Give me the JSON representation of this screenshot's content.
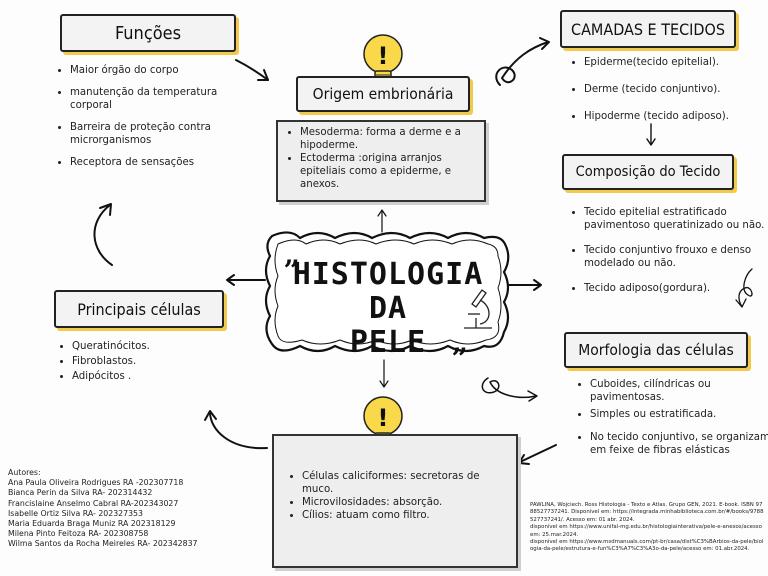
{
  "title": {
    "line1": "HISTOLOGIA DA",
    "line2": "PELE"
  },
  "funcoes": {
    "header": "Funções",
    "items": [
      "Maior órgão do corpo",
      "manutenção da temperatura corporal",
      "Barreira de proteção contra microrganismos",
      "Receptora de sensações"
    ]
  },
  "origem": {
    "header": "Origem embrionária",
    "items": [
      "Mesoderma: forma a derme e a hipoderme.",
      "Ectoderma :origina arranjos epiteliais como a epiderme, e anexos."
    ]
  },
  "camadas": {
    "header": "CAMADAS E TECIDOS",
    "items": [
      "Epiderme(tecido epitelial).",
      "Derme (tecido conjuntivo).",
      "Hipoderme (tecido adiposo)."
    ]
  },
  "composicao": {
    "header": "Composição do Tecido",
    "items": [
      "Tecido epitelial estratificado pavimentoso queratinizado ou não.",
      "Tecido conjuntivo frouxo e denso modelado ou não.",
      "Tecido adiposo(gordura)."
    ]
  },
  "principais": {
    "header": "Principais células",
    "items": [
      "Queratinócitos.",
      "Fibroblastos.",
      "Adipócitos ."
    ]
  },
  "morfologia": {
    "header": "Morfologia  das células",
    "items": [
      "Cuboides, cilíndricas ou pavimentosas.",
      "Simples ou estratificada.",
      "No tecido conjuntivo, se organizam em feixe de fibras elásticas"
    ]
  },
  "epitelio": {
    "items": [
      "Células caliciformes: secretoras de muco.",
      "Microvilosidades: absorção.",
      "Cílios: atuam como filtro."
    ]
  },
  "autores": {
    "label": "Autores:",
    "names": [
      "Ana Paula Oliveira Rodrigues RA -202307718",
      "Bianca Perin da Silva RA- 202314432",
      "Francislaine Anselmo Cabral RA-202343027",
      "Isabelle Ortiz Silva RA- 202327353",
      "Maria Eduarda Braga Muniz RA 202318129",
      "Milena Pinto Feitoza RA- 202308758",
      "Wilma Santos da Rocha Meireles RA- 202342837"
    ]
  },
  "referencias": [
    "PAWLINA, Wojciech. Ross Histologia - Texto e Atlas. Grupo GEN, 2021. E-book. ISBN 9788527737241. Disponível em: https://integrada.minhabiblioteca.com.br/#/books/9788527737241/. Acesso em: 01 abr. 2024.",
    "disponível em https://www.unifal-mg.edu.br/histologiainterativa/pele-e-anexos/acesso em: 25.mar.2024.",
    "disponível em https://www.msdmanuals.com/pt-br/casa/dist%C3%BArbios-da-pele/biologia-da-pele/estrutura-e-fun%C3%A7%C3%A3o-da-pele/acesso em: 01.abr.2024."
  ],
  "colors": {
    "accent_yellow": "#f2c94c",
    "bulb": "#f9d94a",
    "box_bg": "#eeeeee"
  }
}
